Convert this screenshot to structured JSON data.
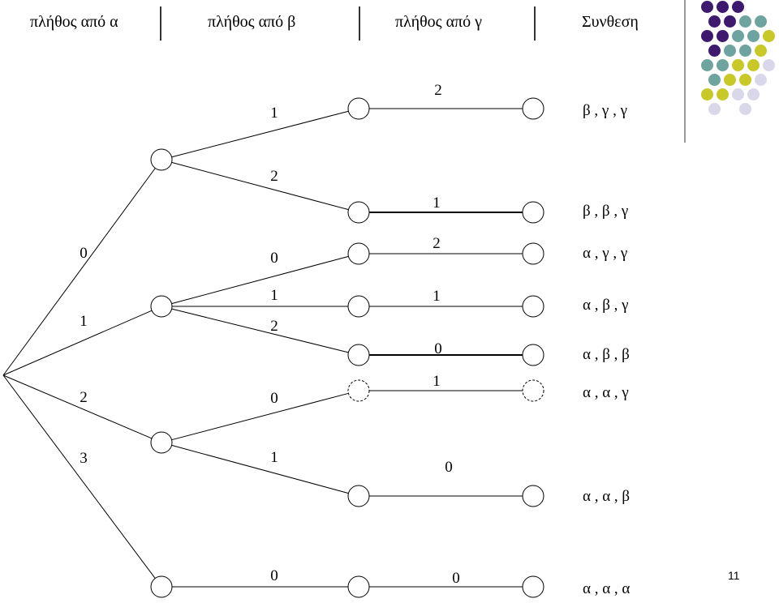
{
  "headers": [
    "πλήθος από α",
    "πλήθος από β",
    "πλήθος από γ",
    "Συνθεση"
  ],
  "edges_a": [
    "0",
    "1",
    "2",
    "3"
  ],
  "edges_b": [
    "1",
    "2",
    "0",
    "1",
    "2",
    "0",
    "1",
    "0"
  ],
  "edges_c": [
    "2",
    "1",
    "2",
    "1",
    "0",
    "1",
    "0",
    "0"
  ],
  "compositions": [
    "β , γ , γ",
    "β , β , γ",
    "α , γ , γ",
    "α , β , γ",
    "α , β , β",
    "α , α , γ",
    "α , α , β",
    "α , α , α"
  ],
  "page_number": "11",
  "palette": {
    "purple": "#3d1a6e",
    "teal": "#6fa3a0",
    "yellow": "#c8c82a",
    "lavender": "#d8d8ea"
  },
  "dot_grid": [
    [
      "purple",
      "purple",
      "purple",
      "",
      ""
    ],
    [
      "purple",
      "purple",
      "teal",
      "teal",
      ""
    ],
    [
      "purple",
      "purple",
      "teal",
      "teal",
      "yellow"
    ],
    [
      "purple",
      "teal",
      "teal",
      "yellow",
      ""
    ],
    [
      "teal",
      "teal",
      "yellow",
      "yellow",
      "lavender"
    ],
    [
      "teal",
      "yellow",
      "yellow",
      "lavender",
      ""
    ],
    [
      "yellow",
      "yellow",
      "lavender",
      "lavender",
      ""
    ],
    [
      "lavender",
      "",
      "lavender",
      "",
      ""
    ]
  ]
}
